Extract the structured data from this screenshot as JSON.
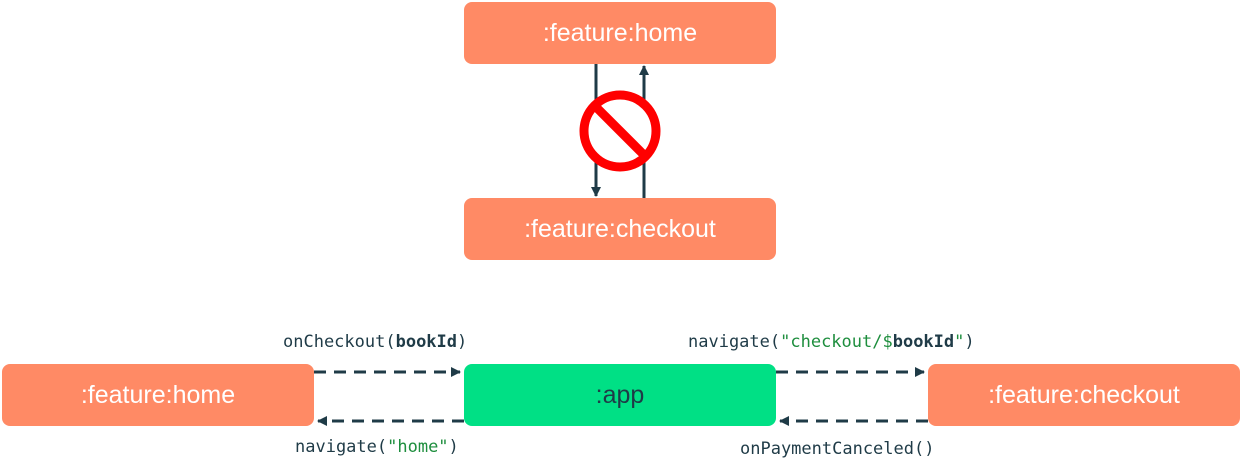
{
  "top": {
    "home_label": ":feature:home",
    "checkout_label": ":feature:checkout",
    "prohibited_icon": "no-entry-icon"
  },
  "bottom": {
    "home_label": ":feature:home",
    "app_label": ":app",
    "checkout_label": ":feature:checkout",
    "on_checkout": {
      "name": "onCheckout(",
      "param": "bookId",
      "close": ")"
    },
    "navigate_checkout": {
      "name": "navigate(",
      "str_open": "\"checkout/$",
      "param": "bookId",
      "str_close": "\"",
      "close": ")"
    },
    "navigate_home": {
      "name": "navigate(",
      "str": "\"home\"",
      "close": ")"
    },
    "on_payment_canceled": "onPaymentCanceled()"
  },
  "colors": {
    "feature": "#ff8a65",
    "app": "#00e085",
    "arrow": "#1f3b47",
    "prohibited": "#ff0000"
  }
}
